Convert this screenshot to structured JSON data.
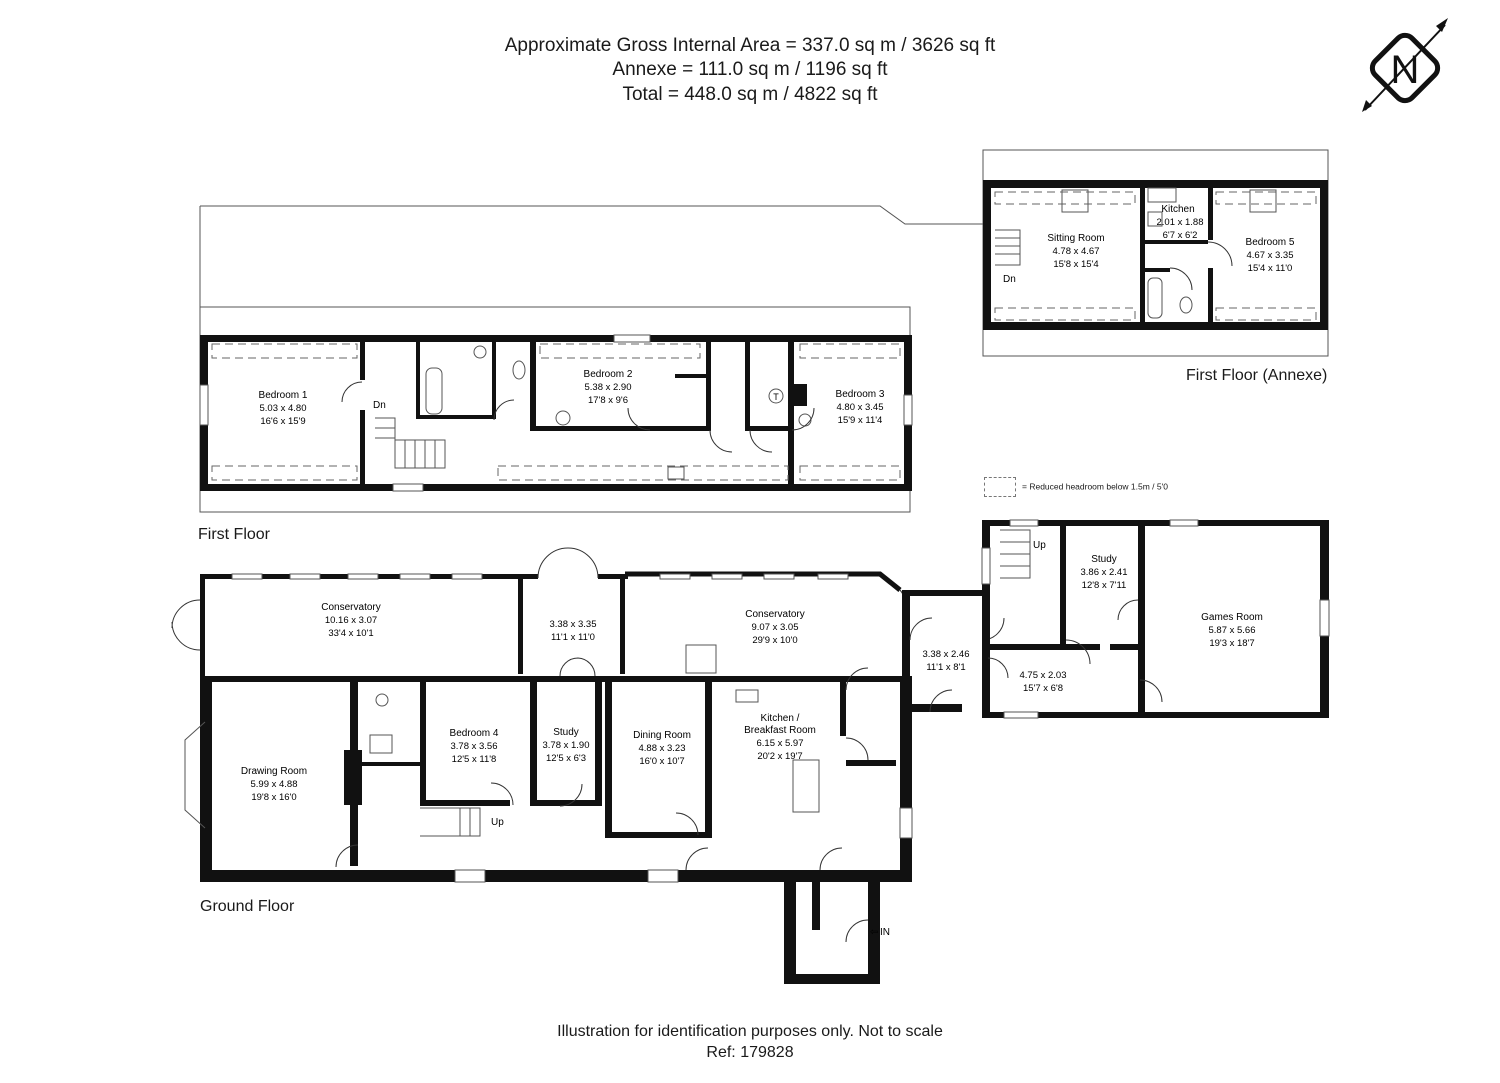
{
  "header": {
    "line1": "Approximate Gross Internal Area = 337.0 sq m / 3626 sq ft",
    "line2": "Annexe = 111.0 sq m / 1196 sq ft",
    "line3": "Total = 448.0 sq m / 4822 sq ft"
  },
  "footer": {
    "line1": "Illustration for identification purposes only. Not to scale",
    "line2": "Ref: 179828"
  },
  "legend": {
    "text": "= Reduced headroom below 1.5m / 5'0"
  },
  "floors": {
    "first_floor": "First Floor",
    "first_floor_annexe": "First Floor (Annexe)",
    "ground_floor": "Ground Floor"
  },
  "compass": {
    "icon": "north-compass-icon",
    "letter": "N"
  },
  "first_floor": {
    "bedroom1": {
      "name": "Bedroom 1",
      "metric": "5.03 x 4.80",
      "imperial": "16'6 x 15'9"
    },
    "bedroom2": {
      "name": "Bedroom 2",
      "metric": "5.38 x 2.90",
      "imperial": "17'8 x 9'6"
    },
    "bedroom3": {
      "name": "Bedroom 3",
      "metric": "4.80 x 3.45",
      "imperial": "15'9 x 11'4"
    },
    "stairs_label": "Dn",
    "tank_label": "T"
  },
  "annexe": {
    "sitting_room": {
      "name": "Sitting Room",
      "metric": "4.78 x 4.67",
      "imperial": "15'8 x 15'4"
    },
    "kitchen": {
      "name": "Kitchen",
      "metric": "2.01 x 1.88",
      "imperial": "6'7 x 6'2"
    },
    "bedroom5": {
      "name": "Bedroom 5",
      "metric": "4.67 x 3.35",
      "imperial": "15'4 x 11'0"
    },
    "stairs_label": "Dn"
  },
  "ground_floor": {
    "conservatory1": {
      "name": "Conservatory",
      "metric": "10.16 x 3.07",
      "imperial": "33'4 x 10'1"
    },
    "room_a": {
      "metric": "3.38 x 3.35",
      "imperial": "11'1 x 11'0"
    },
    "conservatory2": {
      "name": "Conservatory",
      "metric": "9.07 x 3.05",
      "imperial": "29'9 x 10'0"
    },
    "room_b": {
      "metric": "3.38 x 2.46",
      "imperial": "11'1 x 8'1"
    },
    "study_annexe": {
      "name": "Study",
      "metric": "3.86 x 2.41",
      "imperial": "12'8 x 7'11"
    },
    "room_c": {
      "metric": "4.75 x 2.03",
      "imperial": "15'7 x 6'8"
    },
    "games_room": {
      "name": "Games Room",
      "metric": "5.87 x 5.66",
      "imperial": "19'3 x 18'7"
    },
    "drawing_room": {
      "name": "Drawing Room",
      "metric": "5.99 x 4.88",
      "imperial": "19'8 x 16'0"
    },
    "bedroom4": {
      "name": "Bedroom 4",
      "metric": "3.78 x 3.56",
      "imperial": "12'5 x 11'8"
    },
    "study": {
      "name": "Study",
      "metric": "3.78 x 1.90",
      "imperial": "12'5 x 6'3"
    },
    "dining_room": {
      "name": "Dining Room",
      "metric": "4.88 x 3.23",
      "imperial": "16'0 x 10'7"
    },
    "kitchen": {
      "name": "Kitchen /",
      "name2": "Breakfast Room",
      "metric": "6.15 x 5.97",
      "imperial": "20'2 x 19'7"
    },
    "stairs_up": "Up",
    "stairs_up_annexe": "Up",
    "entrance": "IN"
  }
}
